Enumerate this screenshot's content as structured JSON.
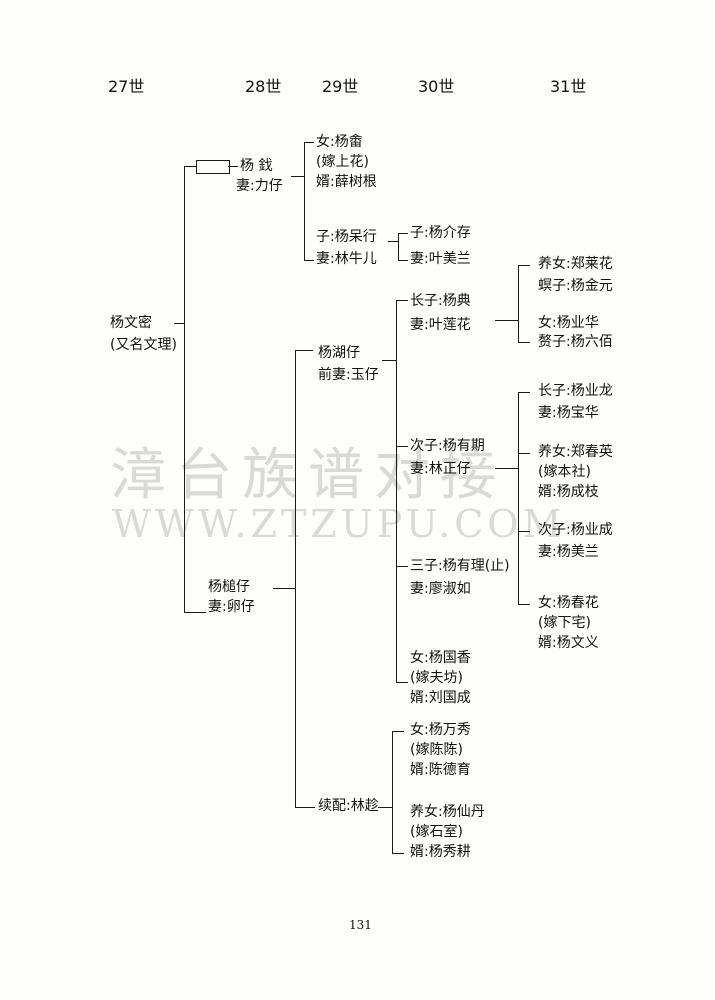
{
  "headers": [
    "27世",
    "28世",
    "29世",
    "30世",
    "31世"
  ],
  "watermark": {
    "line1": "漳台族谱对接",
    "line2": "WWW.ZTZUPU.COM"
  },
  "page_number": "131",
  "nodes": {
    "g27_root": [
      "杨文密",
      "(又名文理)"
    ],
    "g28_first": [
      "杨 鈛",
      "妻:力仔"
    ],
    "g28_second": [
      "杨槌仔",
      "妻:卵仔"
    ],
    "g29_daughter": [
      "女:杨畬",
      "(嫁上花)",
      "婿:薛树根"
    ],
    "g29_son_chengxing": [
      "子:杨呆行",
      "妻:林牛儿"
    ],
    "g30_son_jiecun": [
      "子:杨介存",
      "妻:叶美兰"
    ],
    "g29_huzai": [
      "杨湖仔",
      "前妻:玉仔"
    ],
    "g29_second_wife": [
      "续配:林趁"
    ],
    "g30_eldest_dian": [
      "长子:杨典",
      "妻:叶莲花"
    ],
    "g30_second_youqi": [
      "次子:杨有期",
      "妻:林正仔"
    ],
    "g30_third_youli": [
      "三子:杨有理(止)",
      "妻:廖淑如"
    ],
    "g30_daughter_guoxiang": [
      "女:杨国香",
      "(嫁夫坊)",
      "婿:刘国成"
    ],
    "g30_daughter_wanxiu": [
      "女:杨万秀",
      "(嫁陈陈)",
      "婿:陈德育"
    ],
    "g30_adopted_xiandan": [
      "养女:杨仙丹",
      "(嫁石室)",
      "婿:杨秀耕"
    ],
    "g31_adopted_zheng": [
      "养女:郑莱花",
      "螟子:杨金元"
    ],
    "g31_daughter_yehua": [
      "女:杨业华",
      "赘子:杨六佰"
    ],
    "g31_eldest_yelong": [
      "长子:杨业龙",
      "妻:杨宝华"
    ],
    "g31_adopted_chunying": [
      "养女:郑春英",
      "(嫁本社)",
      "婿:杨成枝"
    ],
    "g31_second_yecheng": [
      "次子:杨业成",
      "妻:杨美兰"
    ],
    "g31_daughter_chunhua": [
      "女:杨春花",
      "(嫁下宅)",
      "婿:杨文义"
    ]
  }
}
